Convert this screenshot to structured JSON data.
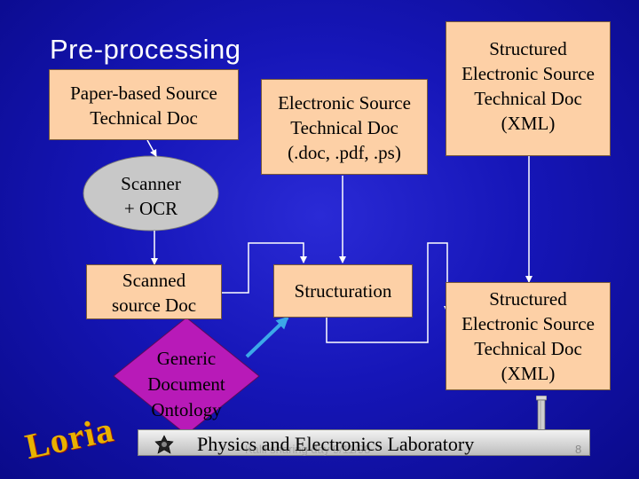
{
  "slide": {
    "title": "Pre-processing"
  },
  "boxes": {
    "paper": [
      "Paper-based Source",
      "Technical Doc"
    ],
    "electronic": [
      "Electronic Source",
      "Technical Doc",
      "(.doc, .pdf, .ps)"
    ],
    "structured_top": [
      "Structured",
      "Electronic Source",
      "Technical Doc",
      "(XML)"
    ],
    "scanned": [
      "Scanned",
      "source Doc"
    ],
    "structuration": [
      "Structuration"
    ],
    "structured_bottom": [
      "Structured",
      "Electronic Source",
      "Technical Doc",
      "(XML)"
    ]
  },
  "scanner": [
    "Scanner",
    "+ OCR"
  ],
  "ontology": [
    "Generic",
    "Document",
    "Ontology"
  ],
  "footer": {
    "lab": "Physics and Electronics Laboratory",
    "subtitle": "Kalil sharing day 9/11/98",
    "page": "8"
  },
  "logo": {
    "text": "Loria"
  },
  "colors": {
    "background": "#1818c0",
    "box_fill": "#fdd0a6",
    "ellipse_fill": "#c8c8c8",
    "diamond_fill": "#b81ab8",
    "ontology_arrow": "#3ca8e8",
    "logo": "#e8b200"
  }
}
